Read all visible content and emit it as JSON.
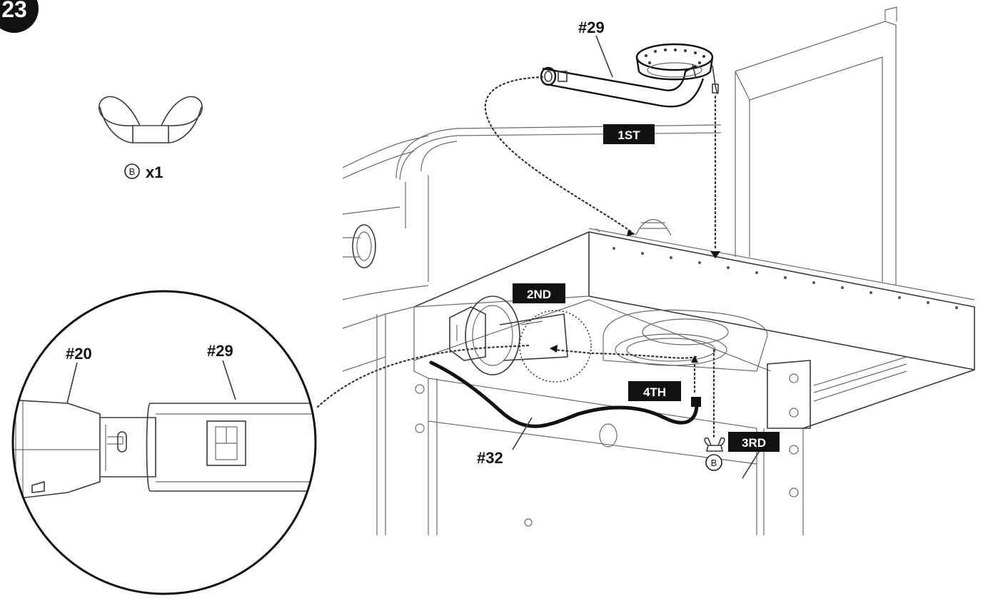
{
  "step": {
    "number": "23"
  },
  "hardware": {
    "letter": "B",
    "quantity": "x1"
  },
  "parts": {
    "p29_main": "#29",
    "p29_zoom": "#29",
    "p20_zoom": "#20",
    "p32": "#32",
    "hw_b": "B"
  },
  "steps": [
    "1ST",
    "2ND",
    "3RD",
    "4TH"
  ]
}
